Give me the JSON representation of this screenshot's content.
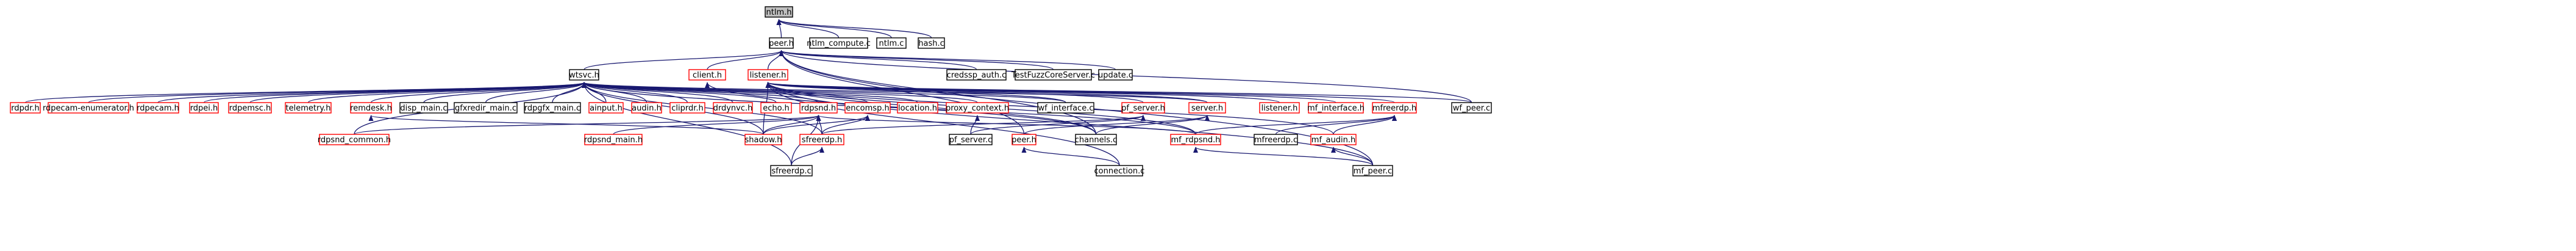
{
  "graph": {
    "nodes": [
      {
        "id": "ntlm_h",
        "label": "ntlm.h",
        "kind": "root"
      },
      {
        "id": "peer_h",
        "label": "peer.h",
        "kind": "normal"
      },
      {
        "id": "ntlm_compute_c",
        "label": "ntlm_compute.c",
        "kind": "normal"
      },
      {
        "id": "ntlm_c",
        "label": "ntlm.c",
        "kind": "normal"
      },
      {
        "id": "hash_c",
        "label": "hash.c",
        "kind": "normal"
      },
      {
        "id": "wtsvc_h",
        "label": "wtsvc.h",
        "kind": "normal"
      },
      {
        "id": "client_h",
        "label": "client.h",
        "kind": "red"
      },
      {
        "id": "listener_h",
        "label": "listener.h",
        "kind": "red"
      },
      {
        "id": "credssp_auth_c",
        "label": "credssp_auth.c",
        "kind": "normal"
      },
      {
        "id": "testfuzz_c",
        "label": "TestFuzzCoreServer.c",
        "kind": "normal"
      },
      {
        "id": "update_c",
        "label": "update.c",
        "kind": "normal"
      },
      {
        "id": "rdpdr_h",
        "label": "rdpdr.h",
        "kind": "red"
      },
      {
        "id": "rdpecam_enum_h",
        "label": "rdpecam-enumerator.h",
        "kind": "red"
      },
      {
        "id": "rdpecam_h",
        "label": "rdpecam.h",
        "kind": "red"
      },
      {
        "id": "rdpei_h",
        "label": "rdpei.h",
        "kind": "red"
      },
      {
        "id": "rdpemsc_h",
        "label": "rdpemsc.h",
        "kind": "red"
      },
      {
        "id": "telemetry_h",
        "label": "telemetry.h",
        "kind": "red"
      },
      {
        "id": "remdesk_h",
        "label": "remdesk.h",
        "kind": "red"
      },
      {
        "id": "disp_main_c",
        "label": "disp_main.c",
        "kind": "normal"
      },
      {
        "id": "gfxredir_main_c",
        "label": "gfxredir_main.c",
        "kind": "normal"
      },
      {
        "id": "rdpgfx_main_c",
        "label": "rdpgfx_main.c",
        "kind": "normal"
      },
      {
        "id": "ainput_h",
        "label": "ainput.h",
        "kind": "red"
      },
      {
        "id": "audin_h",
        "label": "audin.h",
        "kind": "red"
      },
      {
        "id": "cliprdr_h",
        "label": "cliprdr.h",
        "kind": "red"
      },
      {
        "id": "drdynvc_h",
        "label": "drdynvc.h",
        "kind": "red"
      },
      {
        "id": "echo_h",
        "label": "echo.h",
        "kind": "red"
      },
      {
        "id": "rdpsnd_h",
        "label": "rdpsnd.h",
        "kind": "red"
      },
      {
        "id": "encomsp_h",
        "label": "encomsp.h",
        "kind": "red"
      },
      {
        "id": "location_h",
        "label": "location.h",
        "kind": "red"
      },
      {
        "id": "proxy_context_h",
        "label": "proxy_context.h",
        "kind": "red"
      },
      {
        "id": "wf_interface_c",
        "label": "wf_interface.c",
        "kind": "normal"
      },
      {
        "id": "pf_server_h",
        "label": "pf_server.h",
        "kind": "red"
      },
      {
        "id": "server_h",
        "label": "server.h",
        "kind": "red"
      },
      {
        "id": "listener_h2",
        "label": "listener.h",
        "kind": "red"
      },
      {
        "id": "mf_interface_h",
        "label": "mf_interface.h",
        "kind": "red"
      },
      {
        "id": "mfreerdp_h",
        "label": "mfreerdp.h",
        "kind": "red"
      },
      {
        "id": "wf_peer_c",
        "label": "wf_peer.c",
        "kind": "normal"
      },
      {
        "id": "rdpsnd_common_h",
        "label": "rdpsnd_common.h",
        "kind": "red"
      },
      {
        "id": "rdpsnd_main_h",
        "label": "rdpsnd_main.h",
        "kind": "red"
      },
      {
        "id": "shadow_h",
        "label": "shadow.h",
        "kind": "red"
      },
      {
        "id": "sfreerdp_h",
        "label": "sfreerdp.h",
        "kind": "red"
      },
      {
        "id": "pf_server_c",
        "label": "pf_server.c",
        "kind": "normal"
      },
      {
        "id": "peer_h2",
        "label": "peer.h",
        "kind": "red"
      },
      {
        "id": "channels_c",
        "label": "channels.c",
        "kind": "normal"
      },
      {
        "id": "mf_rdpsnd_h",
        "label": "mf_rdpsnd.h",
        "kind": "red"
      },
      {
        "id": "mfreerdp_c",
        "label": "mfreerdp.c",
        "kind": "normal"
      },
      {
        "id": "mf_audin_h",
        "label": "mf_audin.h",
        "kind": "red"
      },
      {
        "id": "sfreerdp_c",
        "label": "sfreerdp.c",
        "kind": "normal"
      },
      {
        "id": "connection_c",
        "label": "connection.c",
        "kind": "normal"
      },
      {
        "id": "mf_peer_c",
        "label": "mf_peer.c",
        "kind": "normal"
      }
    ],
    "edges": [
      [
        "ntlm_h",
        "peer_h"
      ],
      [
        "ntlm_h",
        "ntlm_compute_c"
      ],
      [
        "ntlm_h",
        "ntlm_c"
      ],
      [
        "ntlm_h",
        "hash_c"
      ],
      [
        "peer_h",
        "wtsvc_h"
      ],
      [
        "peer_h",
        "client_h"
      ],
      [
        "peer_h",
        "listener_h"
      ],
      [
        "peer_h",
        "credssp_auth_c"
      ],
      [
        "peer_h",
        "testfuzz_c"
      ],
      [
        "peer_h",
        "update_c"
      ],
      [
        "peer_h",
        "wf_peer_c"
      ],
      [
        "peer_h",
        "mf_peer_c"
      ],
      [
        "peer_h",
        "channels_c"
      ],
      [
        "peer_h",
        "peer_h2"
      ],
      [
        "wtsvc_h",
        "rdpdr_h"
      ],
      [
        "wtsvc_h",
        "rdpecam_enum_h"
      ],
      [
        "wtsvc_h",
        "rdpecam_h"
      ],
      [
        "wtsvc_h",
        "rdpei_h"
      ],
      [
        "wtsvc_h",
        "rdpemsc_h"
      ],
      [
        "wtsvc_h",
        "telemetry_h"
      ],
      [
        "wtsvc_h",
        "remdesk_h"
      ],
      [
        "wtsvc_h",
        "disp_main_c"
      ],
      [
        "wtsvc_h",
        "gfxredir_main_c"
      ],
      [
        "wtsvc_h",
        "rdpgfx_main_c"
      ],
      [
        "wtsvc_h",
        "ainput_h"
      ],
      [
        "wtsvc_h",
        "audin_h"
      ],
      [
        "wtsvc_h",
        "cliprdr_h"
      ],
      [
        "wtsvc_h",
        "drdynvc_h"
      ],
      [
        "wtsvc_h",
        "echo_h"
      ],
      [
        "wtsvc_h",
        "rdpsnd_h"
      ],
      [
        "wtsvc_h",
        "encomsp_h"
      ],
      [
        "wtsvc_h",
        "location_h"
      ],
      [
        "wtsvc_h",
        "proxy_context_h"
      ],
      [
        "wtsvc_h",
        "wf_interface_c"
      ],
      [
        "wtsvc_h",
        "server_h"
      ],
      [
        "wtsvc_h",
        "rdpsnd_common_h"
      ],
      [
        "wtsvc_h",
        "shadow_h"
      ],
      [
        "wtsvc_h",
        "sfreerdp_h"
      ],
      [
        "wtsvc_h",
        "sfreerdp_c"
      ],
      [
        "wtsvc_h",
        "mf_rdpsnd_h"
      ],
      [
        "client_h",
        "channels_c"
      ],
      [
        "listener_h",
        "wf_interface_c"
      ],
      [
        "listener_h",
        "pf_server_h"
      ],
      [
        "listener_h",
        "server_h"
      ],
      [
        "listener_h",
        "listener_h2"
      ],
      [
        "listener_h",
        "mf_interface_h"
      ],
      [
        "listener_h",
        "mfreerdp_h"
      ],
      [
        "listener_h",
        "wf_peer_c"
      ],
      [
        "listener_h",
        "shadow_h"
      ],
      [
        "listener_h",
        "channels_c"
      ],
      [
        "listener_h",
        "connection_c"
      ],
      [
        "listener_h",
        "mf_peer_c"
      ],
      [
        "listener_h",
        "mf_rdpsnd_h"
      ],
      [
        "listener_h",
        "mf_audin_h"
      ],
      [
        "remdesk_h",
        "shadow_h"
      ],
      [
        "rdpsnd_h",
        "rdpsnd_common_h"
      ],
      [
        "rdpsnd_h",
        "rdpsnd_main_h"
      ],
      [
        "rdpsnd_h",
        "shadow_h"
      ],
      [
        "rdpsnd_h",
        "sfreerdp_h"
      ],
      [
        "rdpsnd_h",
        "sfreerdp_c"
      ],
      [
        "rdpsnd_h",
        "mf_rdpsnd_h"
      ],
      [
        "encomsp_h",
        "shadow_h"
      ],
      [
        "encomsp_h",
        "sfreerdp_h"
      ],
      [
        "proxy_context_h",
        "pf_server_c"
      ],
      [
        "pf_server_h",
        "pf_server_c"
      ],
      [
        "pf_server_h",
        "sfreerdp_h"
      ],
      [
        "server_h",
        "peer_h2"
      ],
      [
        "server_h",
        "channels_c"
      ],
      [
        "peer_h2",
        "connection_c"
      ],
      [
        "mfreerdp_h",
        "mf_rdpsnd_h"
      ],
      [
        "mfreerdp_h",
        "mfreerdp_c"
      ],
      [
        "mfreerdp_h",
        "mf_audin_h"
      ],
      [
        "sfreerdp_h",
        "sfreerdp_c"
      ],
      [
        "mf_rdpsnd_h",
        "mf_peer_c"
      ],
      [
        "mf_audin_h",
        "mf_peer_c"
      ]
    ]
  },
  "colors": {
    "edge": "#191970",
    "normal_border": "#000000",
    "red_border": "#ff0000",
    "root_fill": "#bfbfbf",
    "node_fill": "#ffffff",
    "text": "#000000"
  }
}
